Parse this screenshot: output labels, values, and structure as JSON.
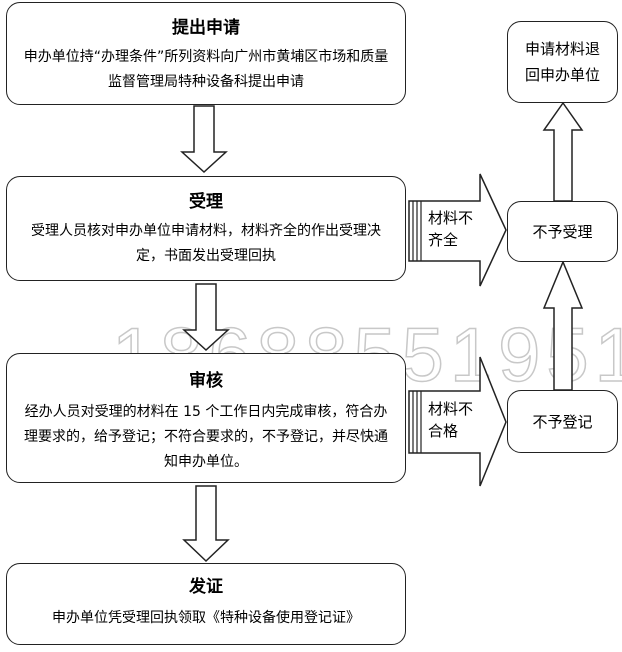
{
  "steps": {
    "submit": {
      "title": "提出申请",
      "body": "申办单位持“办理条件”所列资料向广州市黄埔区市场和质量监督管理局特种设备科提出申请"
    },
    "accept": {
      "title": "受理",
      "body": "受理人员核对申办单位申请材料，材料齐全的作出受理决定，书面发出受理回执"
    },
    "review": {
      "title": "审核",
      "body": "经办人员对受理的材料在 15 个工作日内完成审核，符合办理要求的，给予登记；不符合要求的，不予登记，并尽快通知申办单位。"
    },
    "issue": {
      "title": "发证",
      "body": "申办单位凭受理回执领取《特种设备使用登记证》"
    }
  },
  "side": {
    "return_materials": "申请材料退回申办单位",
    "not_accepted": "不予受理",
    "not_registered": "不予登记"
  },
  "branches": {
    "incomplete": "材料不齐全",
    "unqualified": "材料不合格"
  },
  "watermark": "18688551951"
}
